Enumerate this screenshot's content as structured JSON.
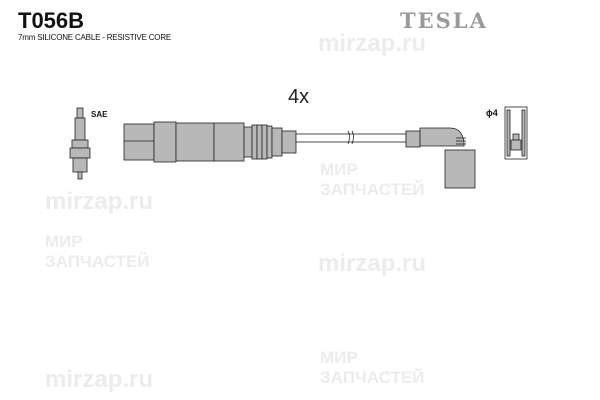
{
  "product": {
    "code": "T056B",
    "description": "7mm SILICONE CABLE - RESISTIVE CORE",
    "brand": "TESLA",
    "quantity": "4x",
    "plug_standard": "SAE",
    "terminal_diameter": "ϕ4"
  },
  "watermark": {
    "url": "mirzap.ru",
    "line1": "МИР",
    "line2": "ЗАПЧАСТЕЙ"
  },
  "colors": {
    "part_fill": "#b8b8b8",
    "outline": "#222222",
    "watermark": "#ececec"
  }
}
